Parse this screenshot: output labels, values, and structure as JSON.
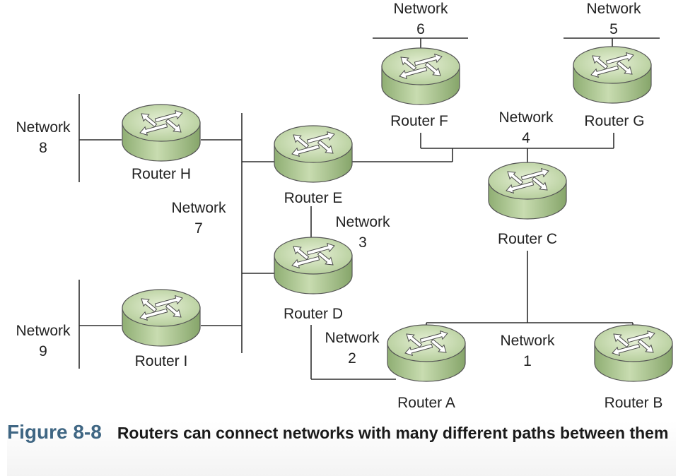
{
  "routers": [
    {
      "id": "f",
      "label": "Router F"
    },
    {
      "id": "g",
      "label": "Router G"
    },
    {
      "id": "h",
      "label": "Router H"
    },
    {
      "id": "e",
      "label": "Router E"
    },
    {
      "id": "c",
      "label": "Router C"
    },
    {
      "id": "d",
      "label": "Router D"
    },
    {
      "id": "i",
      "label": "Router I"
    },
    {
      "id": "a",
      "label": "Router A"
    },
    {
      "id": "b",
      "label": "Router B"
    }
  ],
  "networks": [
    {
      "id": "6",
      "word": "Network",
      "num": "6"
    },
    {
      "id": "5",
      "word": "Network",
      "num": "5"
    },
    {
      "id": "8",
      "word": "Network",
      "num": "8"
    },
    {
      "id": "4",
      "word": "Network",
      "num": "4"
    },
    {
      "id": "7",
      "word": "Network",
      "num": "7"
    },
    {
      "id": "3",
      "word": "Network",
      "num": "3"
    },
    {
      "id": "9",
      "word": "Network",
      "num": "9"
    },
    {
      "id": "2",
      "word": "Network",
      "num": "2"
    },
    {
      "id": "1",
      "word": "Network",
      "num": "1"
    }
  ],
  "caption": {
    "figure_number": "Figure 8-8",
    "text": "Routers can connect networks with many different paths between them"
  },
  "colors": {
    "router_top": "#d9e8c4",
    "router_side": "#a9c58c",
    "arrow": "#ffffff",
    "figure_number": "#3f6683"
  }
}
